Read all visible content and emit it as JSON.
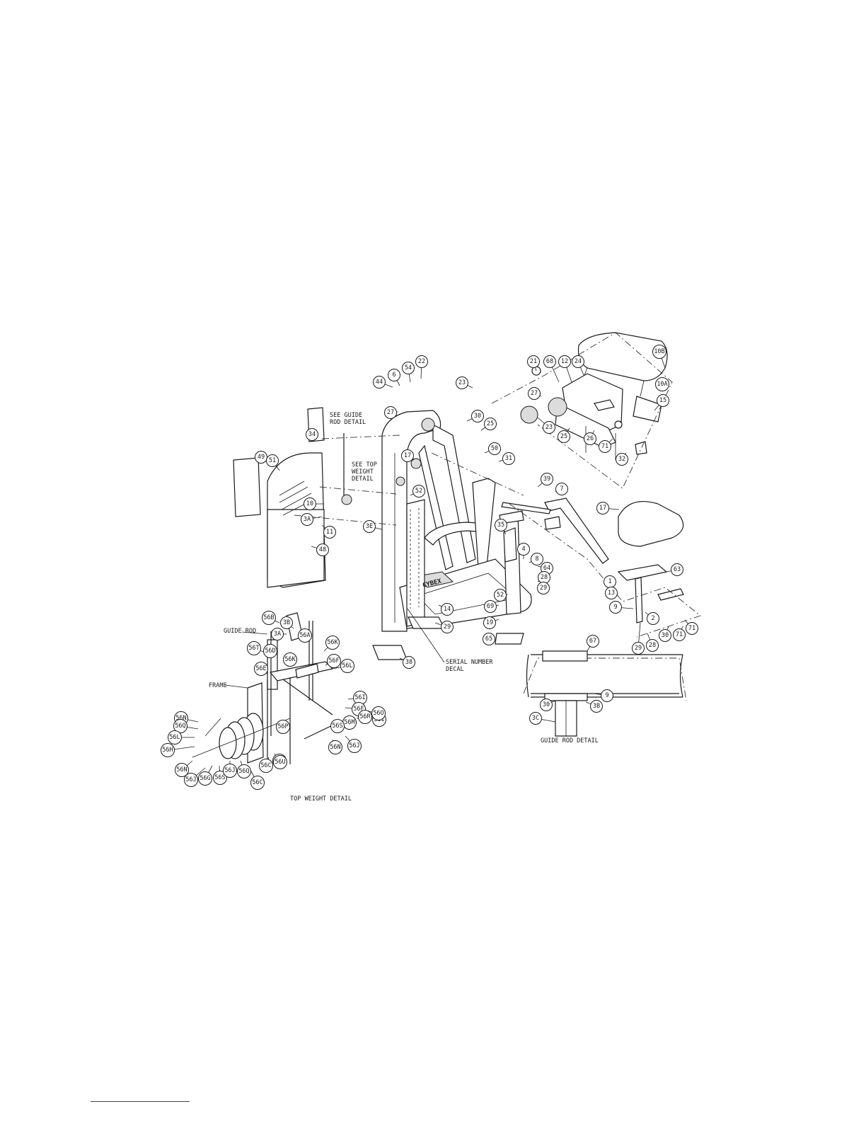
{
  "diagram": {
    "notes": {
      "see_guide_rod_1": "SEE GUIDE",
      "see_guide_rod_2": "ROD DETAIL",
      "see_top_weight_1": "SEE TOP",
      "see_top_weight_2": "WEIGHT",
      "see_top_weight_3": "DETAIL",
      "serial_1": "SERIAL NUMBER",
      "serial_2": "DECAL",
      "guide_rod": "GUIDE ROD",
      "frame": "FRAME",
      "top_weight_detail": "TOP WEIGHT DETAIL",
      "guide_rod_detail": "GUIDE ROD DETAIL",
      "brand": "CYBEX"
    },
    "callouts": [
      "10B",
      "10A",
      "15",
      "21",
      "68",
      "12",
      "24",
      "27",
      "23",
      "25",
      "26",
      "71",
      "32",
      "22",
      "54",
      "6",
      "44",
      "23",
      "27",
      "30",
      "25",
      "17",
      "50",
      "31",
      "34",
      "49",
      "51",
      "10",
      "3A",
      "3E",
      "11",
      "48",
      "52",
      "39",
      "7",
      "17",
      "35",
      "4",
      "8",
      "64",
      "63",
      "1",
      "13",
      "28",
      "29",
      "52",
      "69",
      "19",
      "14",
      "29",
      "65",
      "9",
      "2",
      "71",
      "30",
      "71",
      "29",
      "28",
      "38",
      "67",
      "9",
      "30",
      "3B",
      "3C",
      "3B",
      "3A",
      "56B",
      "56A",
      "56K",
      "56K",
      "56F",
      "56L",
      "56E",
      "56T",
      "56D",
      "56I",
      "56F",
      "56I",
      "56M",
      "56R",
      "56O",
      "56J",
      "56S",
      "56N",
      "56P",
      "56O",
      "56N",
      "56Q",
      "56L",
      "56H",
      "56N",
      "56J",
      "56G",
      "56S",
      "56J",
      "56Q",
      "56C",
      "56C",
      "56U",
      "56U"
    ]
  },
  "footer": {
    "link_color": "#1f3fbf"
  }
}
